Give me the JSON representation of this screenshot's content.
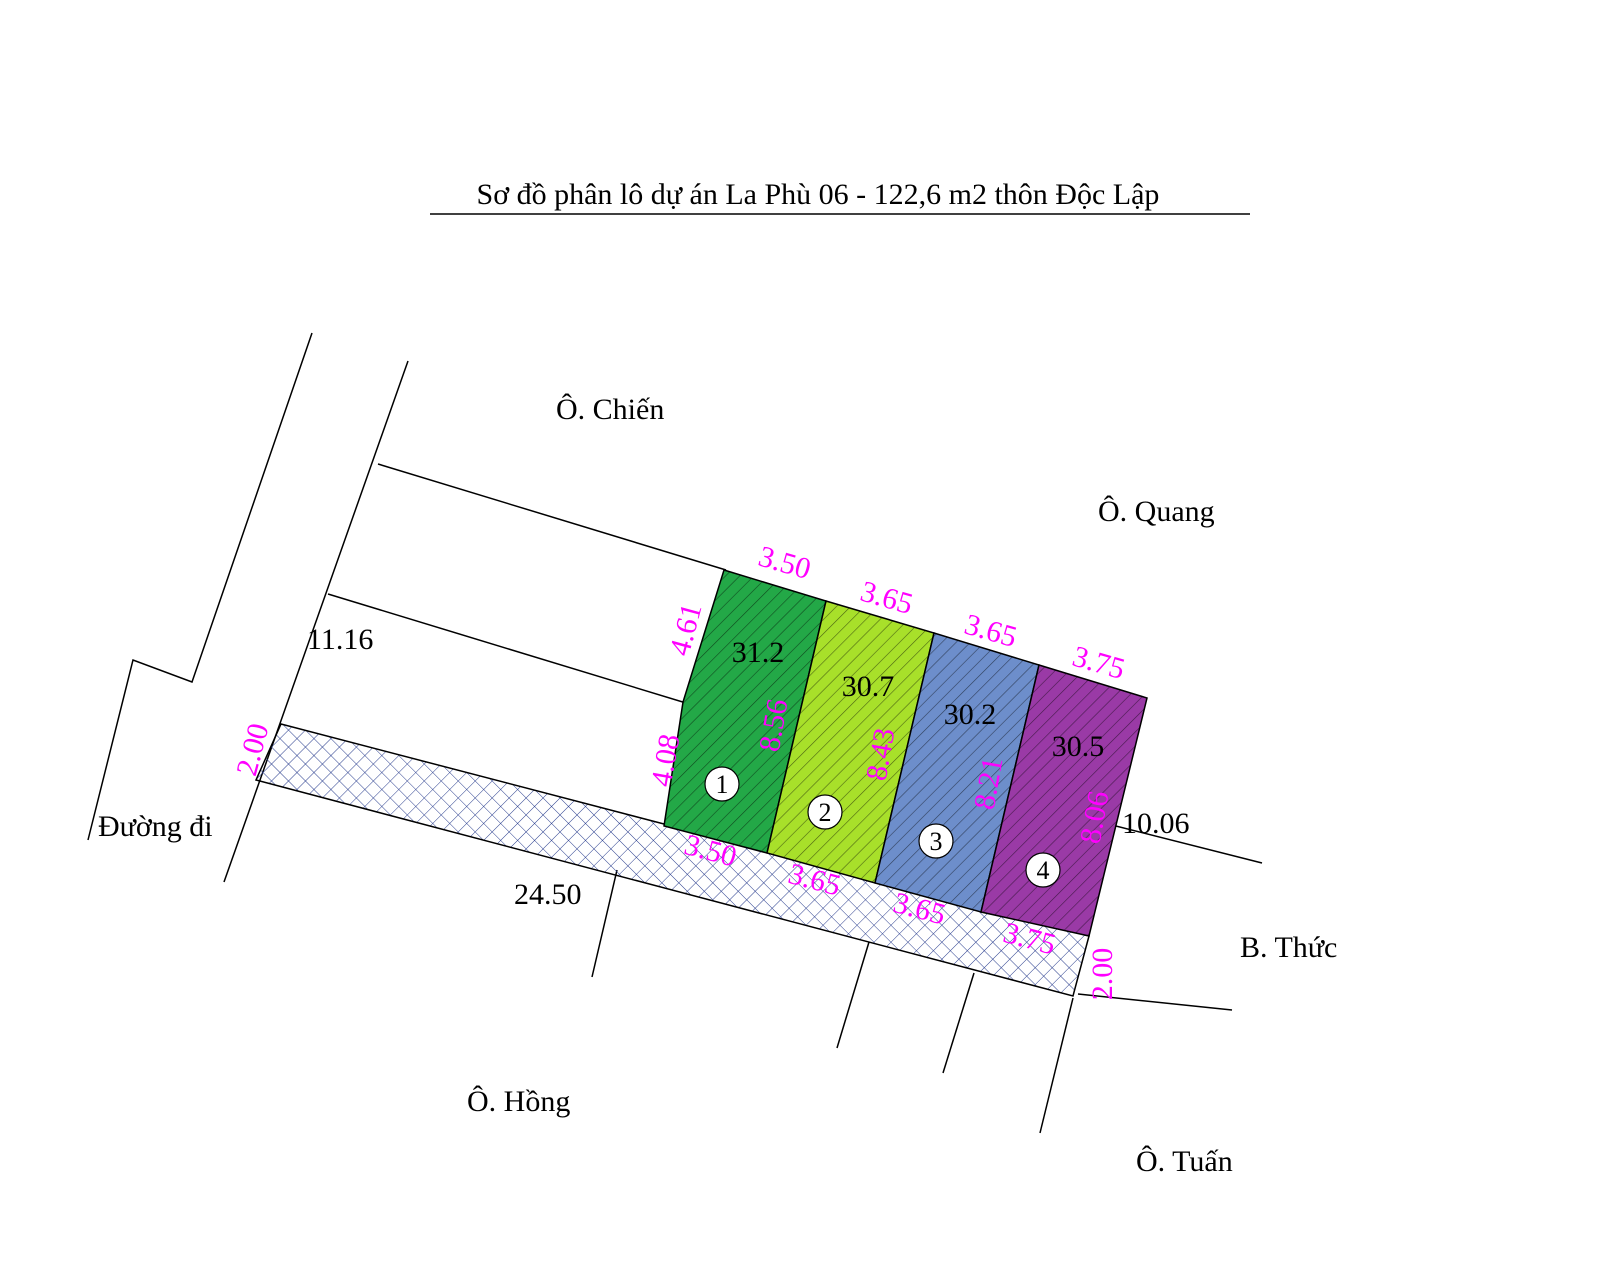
{
  "title": "Sơ đồ phân lô dự án La Phù 06 - 122,6 m2 thôn Độc Lập",
  "owners": {
    "chien": "Ô. Chiến",
    "quang": "Ô. Quang",
    "thuc": "B. Thức",
    "hong": "Ô. Hồng",
    "tuan": "Ô. Tuấn",
    "road": "Đường đi"
  },
  "dimensions": {
    "left_plot_width": "11.16",
    "road_length": "24.50",
    "right_length": "10.06",
    "strip_left": "2.00",
    "strip_right": "2.00",
    "left_upper": "4.61",
    "left_lower": "4.08",
    "lot_top": [
      "3.50",
      "3.65",
      "3.65",
      "3.75"
    ],
    "lot_bottom": [
      "3.50",
      "3.65",
      "3.65",
      "3.75"
    ],
    "lot_sides": [
      "8.56",
      "8.43",
      "8.21",
      "8.06"
    ]
  },
  "lots": [
    {
      "num": "1",
      "area": "31.2",
      "color": "#23a847"
    },
    {
      "num": "2",
      "area": "30.7",
      "color": "#a8e02a"
    },
    {
      "num": "3",
      "area": "30.2",
      "color": "#6d8ecb"
    },
    {
      "num": "4",
      "area": "30.5",
      "color": "#9a3aa6"
    }
  ],
  "colors": {
    "dimension": "#ff00ff",
    "hatch_strip": "#2b3f8f"
  }
}
